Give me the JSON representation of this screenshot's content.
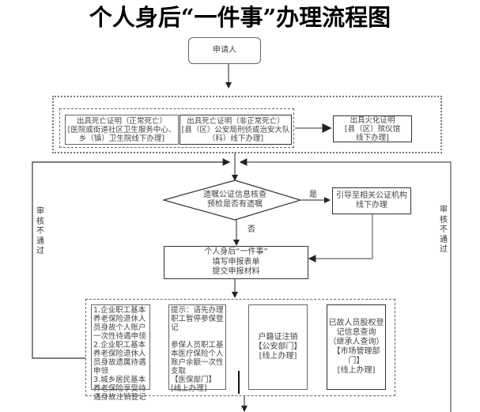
{
  "title": "个人身后“一件事”办理流程图",
  "nodes": {
    "applicant": "申请人",
    "death_cert_normal": "出具死亡证明（正常死亡）\n[医院或街道社区卫生服务中心、乡（镇）卫生院线下办理]",
    "death_cert_abnormal": "出具死亡证明（非正常死亡）\n[县（区）公安局刑侦或治安大队（科）线下办理]",
    "cremation_cert": "出具火化证明\n[县（区）殡仪馆\n线下办理]",
    "will_check": "遗嘱公证信息核查\n预检是否有遗嘱",
    "notary_guide": "引导至相关公证机构\n线下办理",
    "submit": "个人身后“一件事”\n填写申报表单\n提交申报材料",
    "pension": "1.企业职工基本养老保险退休人员身故个人账户一次性待遇申领\n2.企业职工基本养老保险退休人员身故遗属待遇申领\n3.城乡居民基本养老保险享受待遇身故注销登记",
    "medical": "提示：请先办理职工暂停参保登记\n\n参保人员职工基本医疗保险个人账户余额一次性支取\n【医保部门】\n[线上办理]",
    "household": "户籍证注销\n【公安部门】\n[线上办理]",
    "equity": "已故人员股权登记信息查询\n（继承人查询）\n【市场管理部门】\n[线上办理]"
  },
  "edge_labels": {
    "yes": "是",
    "no": "否",
    "audit_fail_left": "审核不通过",
    "audit_fail_right": "审核不通过"
  }
}
